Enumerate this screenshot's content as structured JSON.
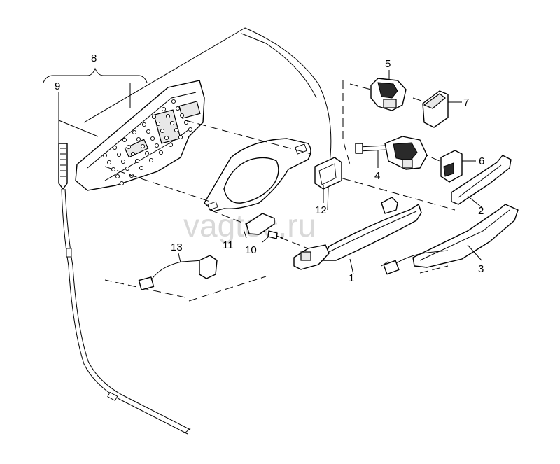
{
  "watermark": "vagtec.ru",
  "callouts": {
    "c1": "1",
    "c2": "2",
    "c3": "3",
    "c4": "4",
    "c5": "5",
    "c6": "6",
    "c7": "7",
    "c8": "8",
    "c9": "9",
    "c10": "10",
    "c11": "11",
    "c12": "12",
    "c13": "13"
  }
}
